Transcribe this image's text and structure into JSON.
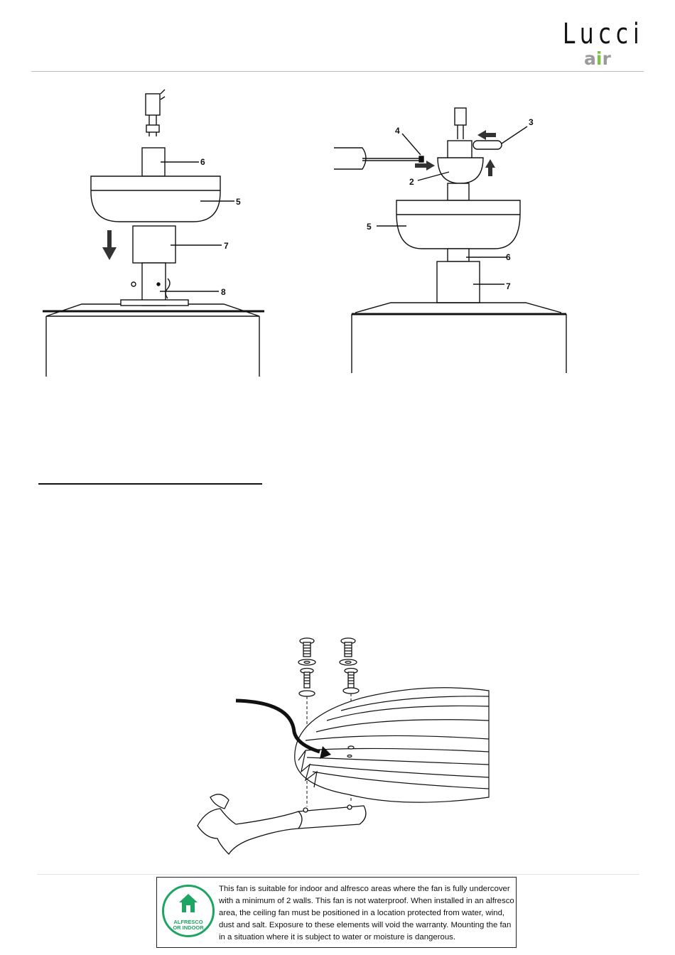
{
  "brand": {
    "name": "Lucci",
    "sub_a": "a",
    "sub_i": "i",
    "sub_r": "r",
    "colors": {
      "air_grey": "#9a9a9a",
      "air_green": "#7dc243"
    }
  },
  "figure_left": {
    "callouts": [
      "6",
      "5",
      "7",
      "8"
    ]
  },
  "figure_right": {
    "callouts": [
      "4",
      "3",
      "2",
      "5",
      "6",
      "7"
    ]
  },
  "notice": {
    "badge_line1": "ALFRESCO",
    "badge_line2": "OR INDOOR",
    "badge_color": "#1fa463",
    "text": "This fan is suitable for indoor and alfresco areas where the fan is fully undercover with a minimum of 2 walls. This fan is not waterproof. When installed in an alfresco area, the ceiling fan must be positioned in a location protected from water, wind, dust and salt. Exposure to these elements will void the warranty. Mounting the fan in a situation where it is subject to water or moisture is dangerous."
  }
}
